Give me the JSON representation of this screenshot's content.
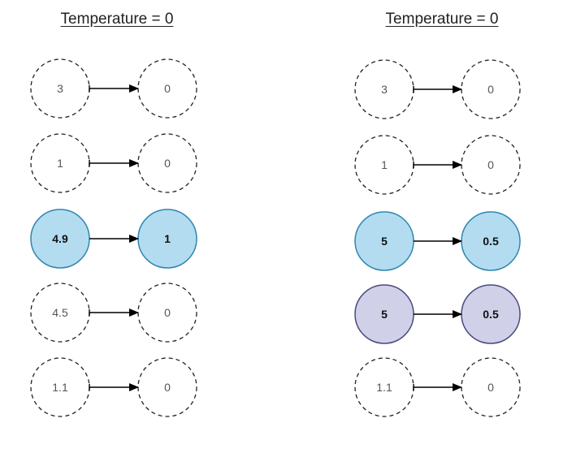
{
  "panels": [
    {
      "title": "Temperature = 0",
      "rows": [
        {
          "input": "3",
          "output": "0",
          "style": "dashed"
        },
        {
          "input": "1",
          "output": "0",
          "style": "dashed"
        },
        {
          "input": "4.9",
          "output": "1",
          "style": "blue"
        },
        {
          "input": "4.5",
          "output": "0",
          "style": "dashed"
        },
        {
          "input": "1.1",
          "output": "0",
          "style": "dashed"
        }
      ]
    },
    {
      "title": "Temperature = 0",
      "rows": [
        {
          "input": "3",
          "output": "0",
          "style": "dashed"
        },
        {
          "input": "1",
          "output": "0",
          "style": "dashed"
        },
        {
          "input": "5",
          "output": "0.5",
          "style": "blue"
        },
        {
          "input": "5",
          "output": "0.5",
          "style": "purple"
        },
        {
          "input": "1.1",
          "output": "0",
          "style": "dashed"
        }
      ]
    }
  ],
  "colors": {
    "blue_fill": "#b3dcf0",
    "blue_stroke": "#2f86b0",
    "purple_fill": "#d0d0e8",
    "purple_stroke": "#4a4a80",
    "dashed_stroke": "#222222"
  }
}
